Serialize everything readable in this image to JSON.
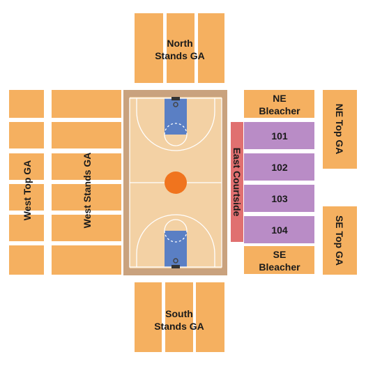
{
  "seating_map": {
    "colors": {
      "general_admission": "#f5b060",
      "numbered_sections": "#b98cc6",
      "courtside": "#e07070",
      "court_border": "#c9a27e",
      "floor": "#f3d1a4",
      "paint": "#5a7fc4",
      "center_circle": "#f0741e"
    },
    "labels": {
      "north_stands": [
        "North",
        "Stands GA"
      ],
      "south_stands": [
        "South",
        "Stands GA"
      ],
      "west_stands": "West Stands GA",
      "west_top": "West Top GA",
      "ne_bleacher": [
        "NE",
        "Bleacher"
      ],
      "se_bleacher": [
        "SE",
        "Bleacher"
      ],
      "ne_top": "NE Top GA",
      "se_top": "SE Top GA",
      "east_courtside": "East Courtside",
      "sec_101": "101",
      "sec_102": "102",
      "sec_103": "103",
      "sec_104": "104"
    }
  }
}
